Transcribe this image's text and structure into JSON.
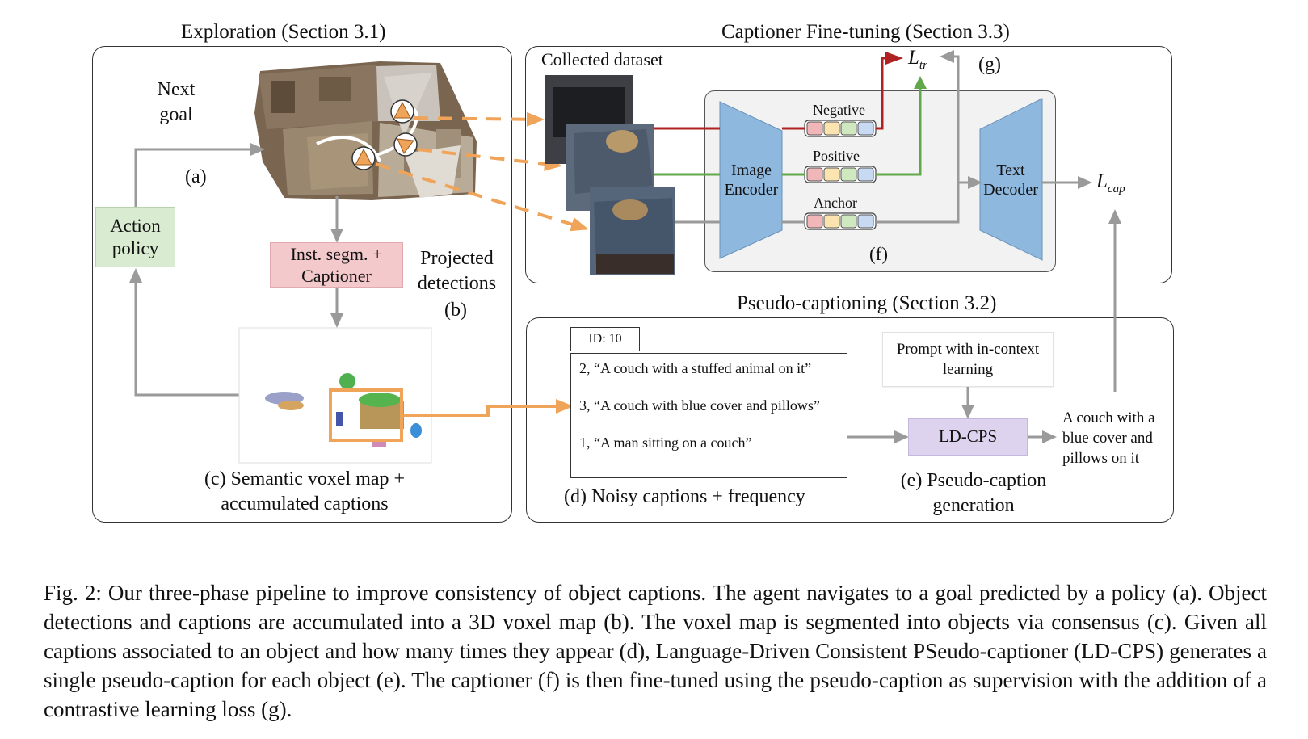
{
  "sections": {
    "exploration": "Exploration (Section 3.1)",
    "finetuning": "Captioner Fine-tuning (Section 3.3)",
    "pseudo": "Pseudo-captioning (Section 3.2)"
  },
  "exploration": {
    "next_goal": [
      "Next",
      "goal"
    ],
    "label_a": "(a)",
    "action_policy": [
      "Action",
      "policy"
    ],
    "inst_segm": [
      "Inst. segm. +",
      "Captioner"
    ],
    "projected": [
      "Projected",
      "detections"
    ],
    "label_b": "(b)",
    "voxel_caption": [
      "(c)  Semantic voxel map +",
      "accumulated captions"
    ]
  },
  "finetuning": {
    "collected_dataset": "Collected dataset",
    "loss_tr": {
      "base": "L",
      "sub": "tr"
    },
    "label_g": "(g)",
    "negative": "Negative",
    "positive": "Positive",
    "anchor": "Anchor",
    "image_encoder": [
      "Image",
      "Encoder"
    ],
    "text_decoder": [
      "Text",
      "Decoder"
    ],
    "loss_cap": {
      "base": "L",
      "sub": "cap"
    },
    "label_f": "(f)"
  },
  "pseudo": {
    "id_label": "ID: 10",
    "captions": [
      "2, “A couch with a stuffed animal on it”",
      "3, “A couch with blue cover and pillows”",
      "1, “A man sitting on a couch”"
    ],
    "noisy_label": "(d)  Noisy captions + frequency",
    "prompt": [
      "Prompt with in-context",
      "learning"
    ],
    "ldcps": "LD-CPS",
    "output_caption": [
      "A couch with a",
      "blue cover and",
      "pillows on it"
    ],
    "pseudo_label": [
      "(e) Pseudo-caption",
      "generation"
    ]
  },
  "figure_caption": "Fig. 2: Our three-phase pipeline to improve consistency of object captions. The agent navigates to a goal predicted by a policy (a). Object detections and captions are accumulated into a 3D voxel map (b). The voxel map is segmented into objects via consensus (c). Given all captions associated to an object and how many times they appear (d), Language-Driven Consistent PSeudo-captioner (LD-CPS) generates a single pseudo-caption for each object (e). The captioner (f) is then fine-tuned using the pseudo-caption as supervision with the addition of a contrastive learning loss (g).",
  "colors": {
    "action_policy_fill": "#d9ecd2",
    "inst_segm_fill": "#f4c9cc",
    "encoder_fill": "#8fb8df",
    "ldcps_fill": "#ddd3ee",
    "arrow_orange": "#f0a45a",
    "arrow_red": "#b02222",
    "arrow_green": "#62a84a",
    "arrow_gray": "#9a9a9a"
  }
}
